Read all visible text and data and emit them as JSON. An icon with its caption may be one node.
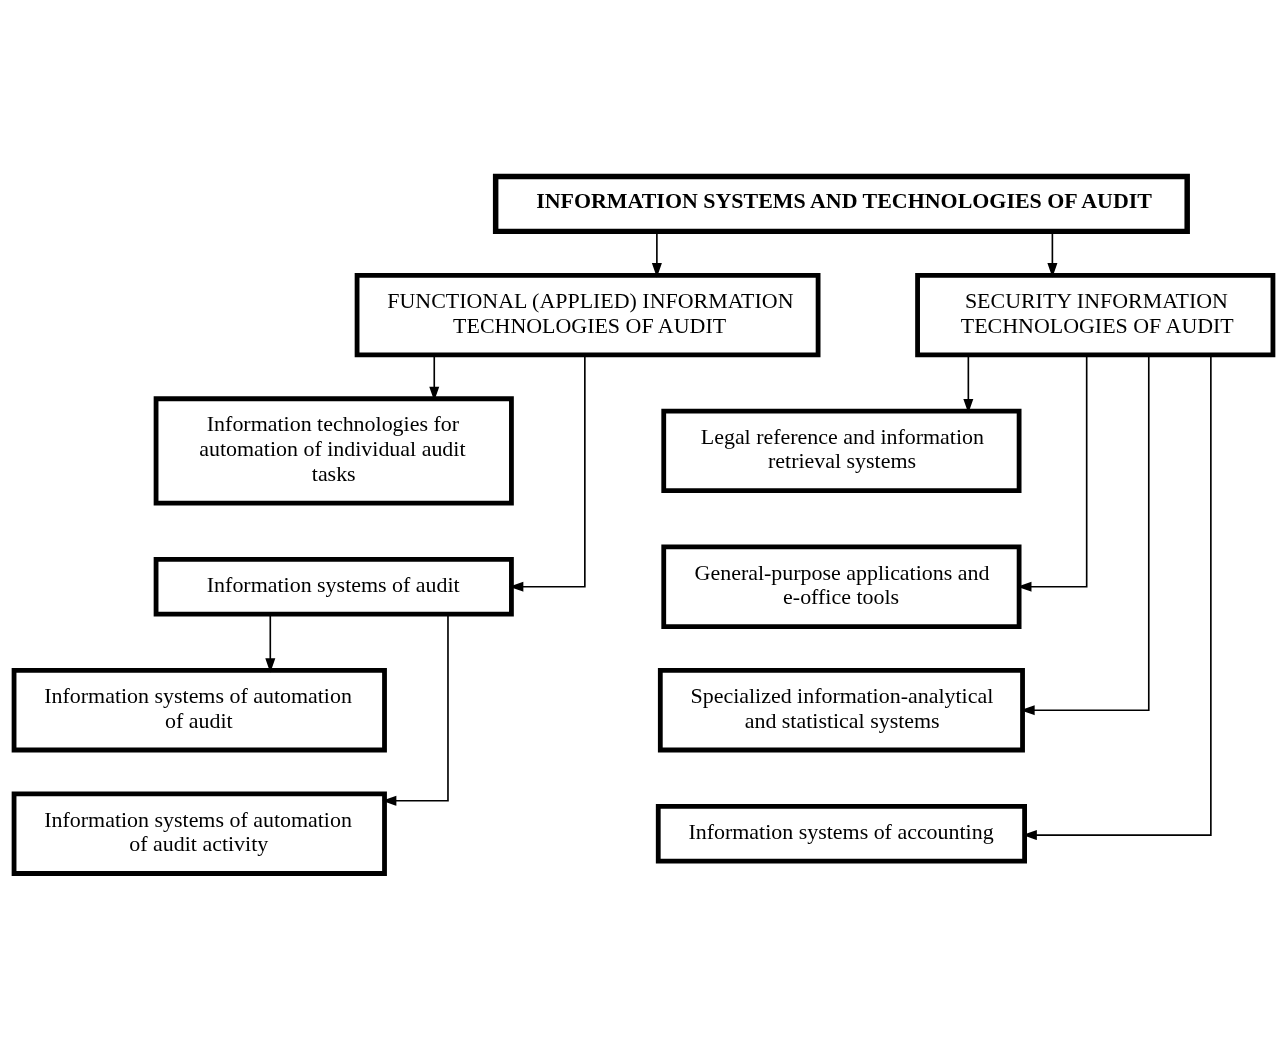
{
  "diagram": {
    "nodes": [
      {
        "text": [
          "INFORMATION SYSTEMS AND TECHNOLOGIES OF AUDIT"
        ]
      },
      {
        "text": [
          "FUNCTIONAL (APPLIED) INFORMATION TECHNOLOGIES OF AUDIT"
        ]
      },
      {
        "text": [
          "SECURITY INFORMATION TECHNOLOGIES OF AUDIT"
        ]
      },
      {
        "text": [
          "Information technologies for automation of individual audit tasks"
        ]
      },
      {
        "text": [
          "Information systems of audit"
        ]
      },
      {
        "text": [
          "Information systems of automation of audit"
        ]
      },
      {
        "text": [
          "Information systems of automation of audit activity"
        ]
      },
      {
        "text": [
          "Legal reference and information retrieval systems"
        ]
      },
      {
        "text": [
          "General-purpose applications and e-office tools"
        ]
      },
      {
        "text": [
          "Specialized information-analytical and statistical systems"
        ]
      },
      {
        "text": [
          "Information systems of accounting"
        ]
      }
    ],
    "edges": [
      {
        "from": 0,
        "to": 1,
        "arrow": "to"
      },
      {
        "from": 0,
        "to": 2,
        "arrow": "to"
      },
      {
        "from": 1,
        "to": 3,
        "arrow": "to"
      },
      {
        "from": 1,
        "to": 4,
        "arrow": "to"
      },
      {
        "from": 4,
        "to": 5,
        "arrow": "to"
      },
      {
        "from": 4,
        "to": 6,
        "arrow": "to"
      },
      {
        "from": 2,
        "to": 7,
        "arrow": "to"
      },
      {
        "from": 2,
        "to": 8,
        "arrow": "to"
      },
      {
        "from": 2,
        "to": 9,
        "arrow": "to"
      },
      {
        "from": 2,
        "to": 10,
        "arrow": "to"
      }
    ]
  }
}
